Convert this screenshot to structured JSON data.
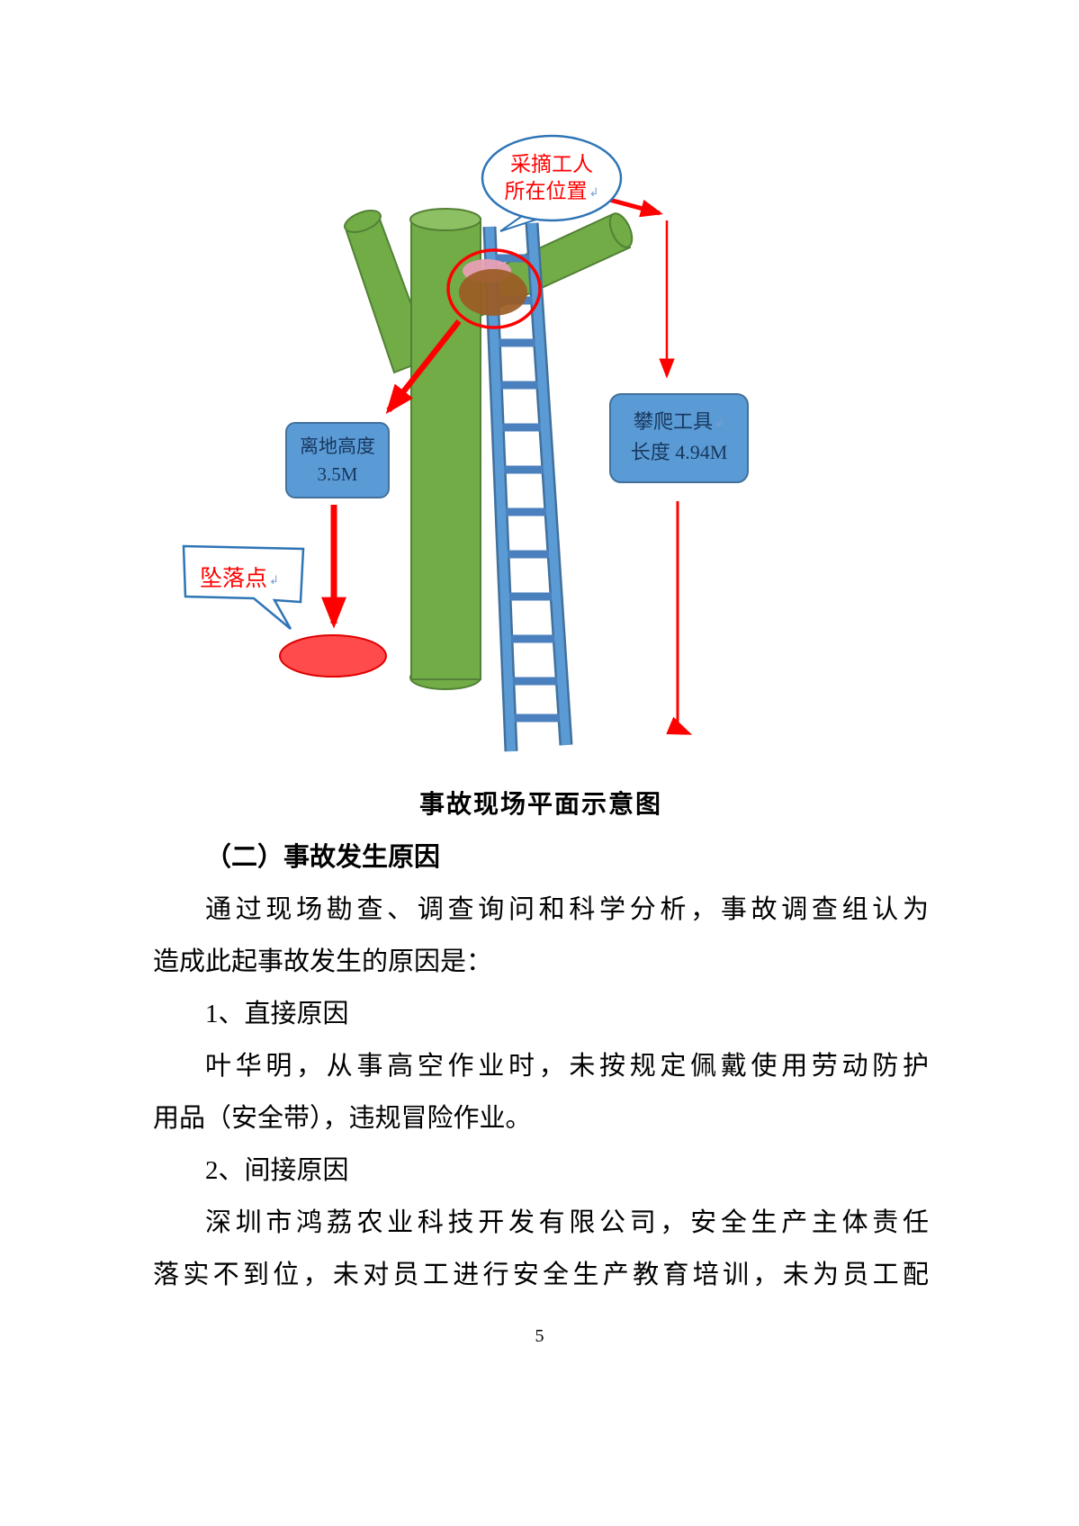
{
  "page": {
    "number": "5"
  },
  "diagram": {
    "caption": "事故现场平面示意图",
    "worker_bubble": {
      "line1": "采摘工人",
      "line2": "所在位置"
    },
    "height_box": {
      "line1": "离地高度",
      "line2": "3.5M"
    },
    "fall_callout": {
      "label": "坠落点"
    },
    "tool_box": {
      "line1": "攀爬工具",
      "line2": "长度 4.94M"
    },
    "editing_mark": "↲",
    "colors": {
      "tree_green": "#71AC47",
      "tree_green_dark": "#538135",
      "tree_top_light": "#8DC063",
      "ladder_blue": "#5B9BD5",
      "ladder_blue_dark": "#41719C",
      "annotation_red": "#FF0000",
      "fall_spot_red": "#FF4B4B",
      "label_box_blue": "#5B9BD5",
      "callout_stroke_blue": "#2E75B6",
      "impact_brown": "#9B5B25"
    }
  },
  "content": {
    "section_heading": "（二）事故发生原因",
    "lines": [
      "通过现场勘查、调查询问和科学分析，事故调查组认为",
      "造成此起事故发生的原因是：",
      "1、直接原因",
      "叶华明，从事高空作业时，未按规定佩戴使用劳动防护",
      "用品（安全带），违规冒险作业。",
      "2、间接原因",
      "深圳市鸿荔农业科技开发有限公司，安全生产主体责任",
      "落实不到位，未对员工进行安全生产教育培训，未为员工配"
    ]
  }
}
